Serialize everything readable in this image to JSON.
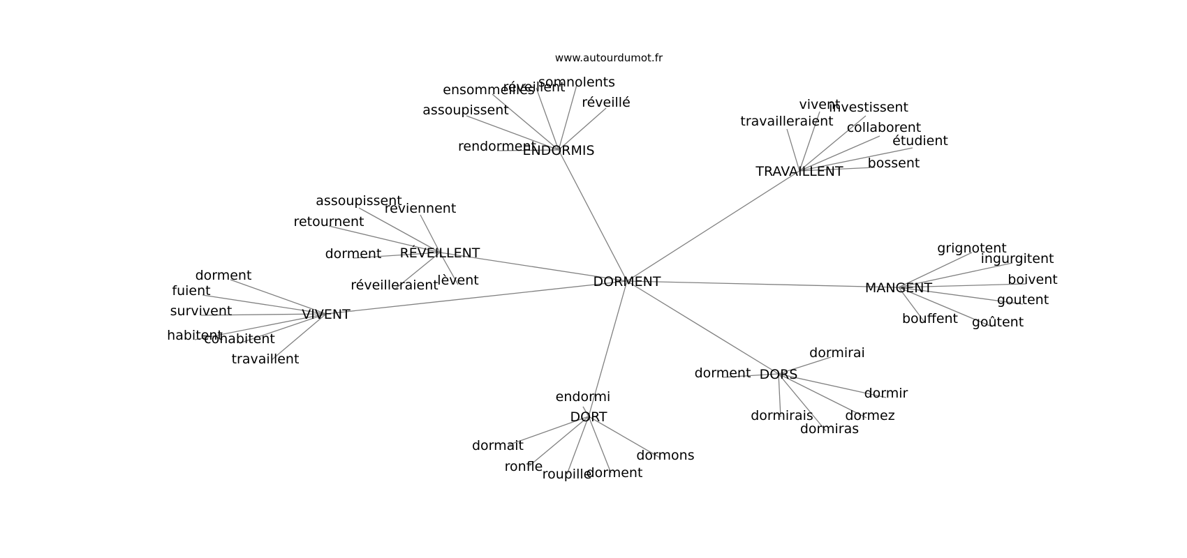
{
  "source_url": "www.autourdumot.fr",
  "graph": {
    "center": "DORMENT",
    "hubs": [
      {
        "id": "endormis",
        "label": "ENDORMIS",
        "words": [
          "ensommeillés",
          "réveillent",
          "somnolents",
          "réveillé",
          "assoupissent",
          "rendorment"
        ]
      },
      {
        "id": "travaillent",
        "label": "TRAVAILLENT",
        "words": [
          "vivent",
          "investissent",
          "travailleraient",
          "collaborent",
          "étudient",
          "bossent"
        ]
      },
      {
        "id": "reveillent",
        "label": "RÉVEILLENT",
        "words": [
          "assoupissent",
          "reviennent",
          "retournent",
          "dorment",
          "réveilleraient",
          "lèvent"
        ]
      },
      {
        "id": "vivent",
        "label": "VIVENT",
        "words": [
          "dorment",
          "fuient",
          "survivent",
          "habitent",
          "cohabitent",
          "travaillent"
        ]
      },
      {
        "id": "mangent",
        "label": "MANGENT",
        "words": [
          "grignotent",
          "ingurgitent",
          "boivent",
          "goutent",
          "bouffent",
          "goûtent"
        ]
      },
      {
        "id": "dors",
        "label": "DORS",
        "words": [
          "dormirai",
          "dorment",
          "dormir",
          "dormez",
          "dormirais",
          "dormiras"
        ]
      },
      {
        "id": "dort",
        "label": "DORT",
        "words": [
          "endormi",
          "dormait",
          "ronfle",
          "roupille",
          "dorment",
          "dormons"
        ]
      }
    ]
  }
}
